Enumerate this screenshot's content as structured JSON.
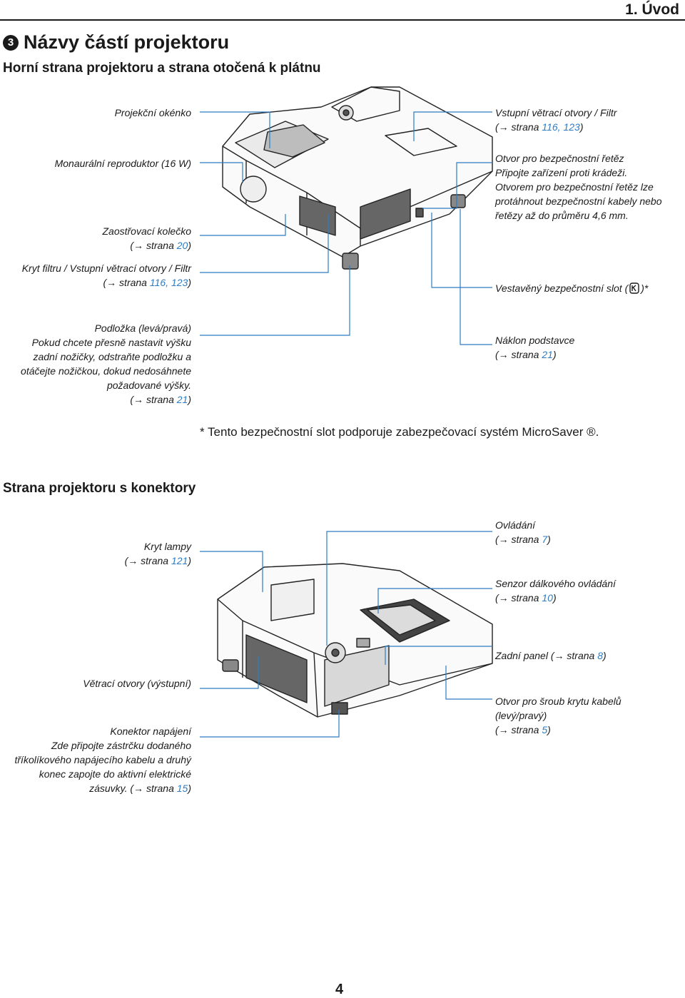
{
  "header": {
    "chapter": "1. Úvod",
    "section_number": "3"
  },
  "title": "Názvy částí projektoru",
  "top_side": {
    "heading": "Horní strana projektoru a strana otočená k plátnu",
    "labels": {
      "lens_window": "Projekční okénko",
      "speaker": "Monaurální reproduktor (16 W)",
      "focus_ring": "Zaostřovací kolečko",
      "focus_ring_ref_pre": "(→ strana ",
      "focus_ring_ref": "20",
      "focus_ring_ref_post": ")",
      "filter_cover": "Kryt filtru / Vstupní větrací otvory / Filtr",
      "filter_cover_ref_pre": "(→ strana ",
      "filter_cover_ref": "116, 123",
      "filter_cover_ref_post": ")",
      "foot_pad_1": "Podložka (levá/pravá)",
      "foot_pad_2": "Pokud chcete přesně nastavit výšku",
      "foot_pad_3": "zadní nožičky, odstraňte podložku a",
      "foot_pad_4": "otáčejte nožičkou, dokud nedosáhnete",
      "foot_pad_5": "požadované výšky.",
      "foot_pad_ref_pre": "(→ strana ",
      "foot_pad_ref": "21",
      "foot_pad_ref_post": ")",
      "intake_vent": "Vstupní větrací otvory / Filtr",
      "intake_vent_ref_pre": "(→ strana ",
      "intake_vent_ref": "116, 123",
      "intake_vent_ref_post": ")",
      "security_bar_1": "Otvor pro bezpečnostní řetěz",
      "security_bar_2": "Připojte zařízení proti krádeži.",
      "security_bar_3": "Otvorem pro bezpečnostní řetěz lze",
      "security_bar_4": "protáhnout bezpečnostní kabely nebo",
      "security_bar_5": "řetězy až do průměru 4,6 mm.",
      "security_slot_pre": "Vestavěný bezpečnostní slot (",
      "security_slot_post": ")*",
      "tilt_foot": "Náklon podstavce",
      "tilt_foot_ref_pre": "(→ strana ",
      "tilt_foot_ref": "21",
      "tilt_foot_ref_post": ")"
    }
  },
  "footnote": "* Tento bezpečnostní slot podporuje zabezpečovací systém MicroSaver ®.",
  "connector_side": {
    "heading": "Strana projektoru s konektory",
    "labels": {
      "lamp_cover": "Kryt lampy",
      "lamp_cover_ref_pre": "(→ strana ",
      "lamp_cover_ref": "121",
      "lamp_cover_ref_post": ")",
      "exhaust": "Větrací otvory (výstupní)",
      "power_1": "Konektor napájení",
      "power_2": "Zde připojte zástrčku dodaného",
      "power_3": "tříkolíkového napájecího kabelu a druhý",
      "power_4": "konec zapojte do aktivní elektrické",
      "power_5_pre": "zásuvky. (→ strana ",
      "power_ref": "15",
      "power_ref_post": ")",
      "controls": "Ovládání",
      "controls_ref_pre": "(→ strana ",
      "controls_ref": "7",
      "controls_ref_post": ")",
      "remote_sensor": "Senzor dálkového ovládání",
      "remote_sensor_ref_pre": "(→ strana ",
      "remote_sensor_ref": "10",
      "remote_sensor_ref_post": ")",
      "rear_panel_pre": "Zadní panel (→ strana ",
      "rear_panel_ref": "8",
      "rear_panel_post": ")",
      "cable_screw_1": "Otvor pro šroub krytu kabelů",
      "cable_screw_2": "(levý/pravý)",
      "cable_screw_ref_pre": "(→ strana ",
      "cable_screw_ref": "5",
      "cable_screw_ref_post": ")"
    }
  },
  "page_number": "4",
  "colors": {
    "leader": "#2e7cc4",
    "reference": "#2e7cc4",
    "text": "#1a1a1a"
  }
}
